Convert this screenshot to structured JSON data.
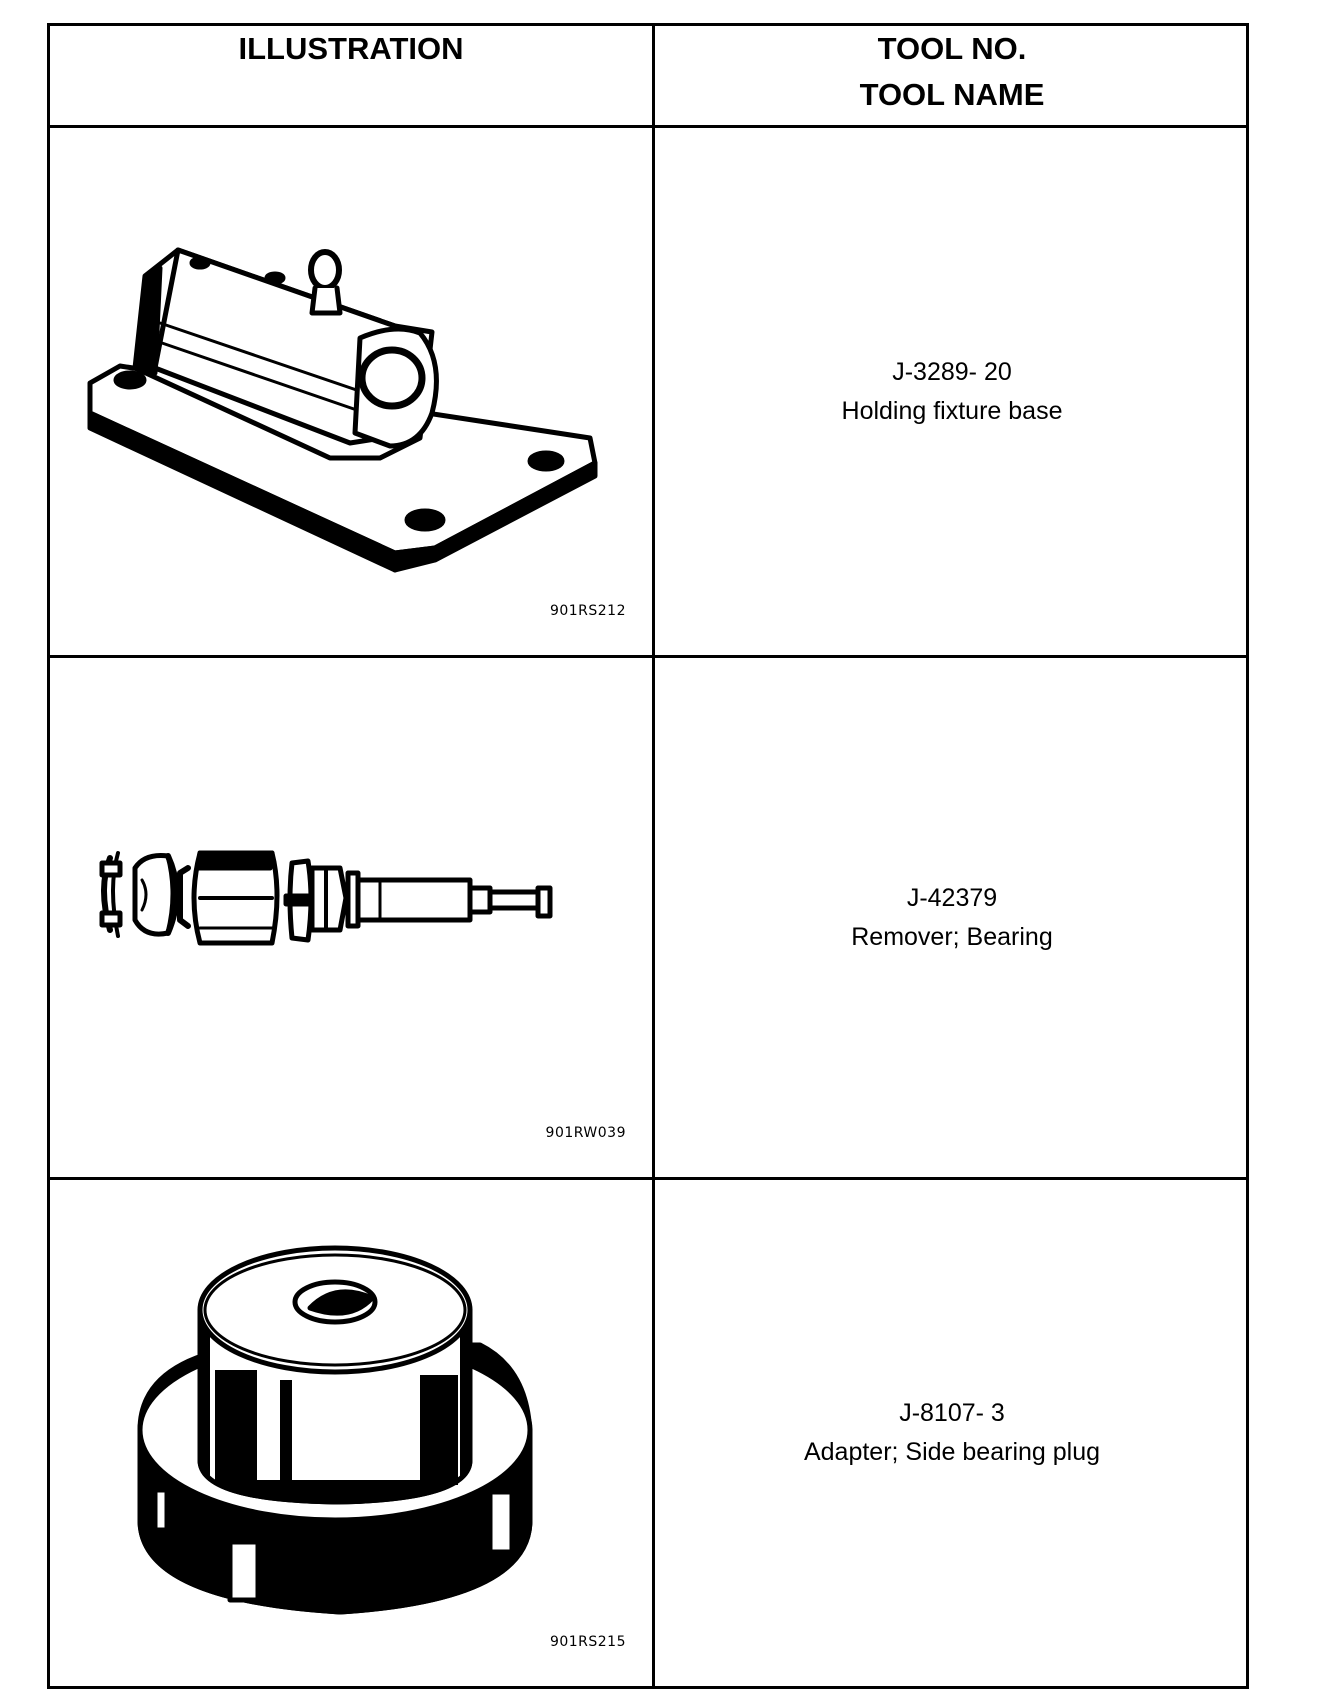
{
  "header": {
    "illustration": "ILLUSTRATION",
    "tool_no": "TOOL NO.",
    "tool_name": "TOOL NAME"
  },
  "tools": [
    {
      "figure_code": "901RS212",
      "tool_no": "J-3289- 20",
      "tool_name": "Holding fixture base",
      "icon": "holding-fixture-icon"
    },
    {
      "figure_code": "901RW039",
      "tool_no": "J-42379",
      "tool_name": "Remover; Bearing",
      "icon": "bearing-remover-icon"
    },
    {
      "figure_code": "901RS215",
      "tool_no": "J-8107- 3",
      "tool_name": "Adapter; Side bearing plug",
      "icon": "side-bearing-adapter-icon"
    }
  ]
}
